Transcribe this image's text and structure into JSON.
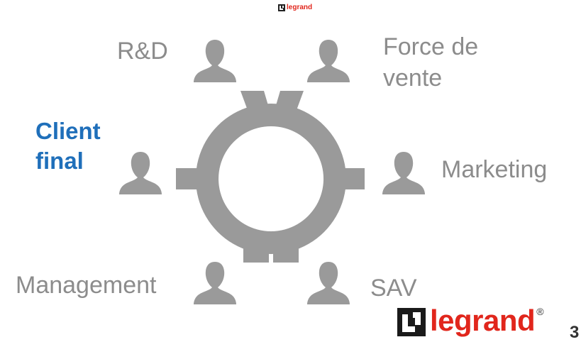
{
  "logo": {
    "text": "legrand",
    "registered": "®",
    "color": "#e1261c"
  },
  "gear": {
    "color": "#9a9a9a"
  },
  "person_color": "#9a9a9a",
  "roles": [
    {
      "id": "rd",
      "label": "R&D"
    },
    {
      "id": "sales",
      "label": "Force de vente"
    },
    {
      "id": "client",
      "label": "Client final",
      "highlight": true,
      "color": "#1f6fba"
    },
    {
      "id": "marketing",
      "label": "Marketing"
    },
    {
      "id": "management",
      "label": "Management"
    },
    {
      "id": "sav",
      "label": "SAV"
    }
  ],
  "page_number": "3"
}
